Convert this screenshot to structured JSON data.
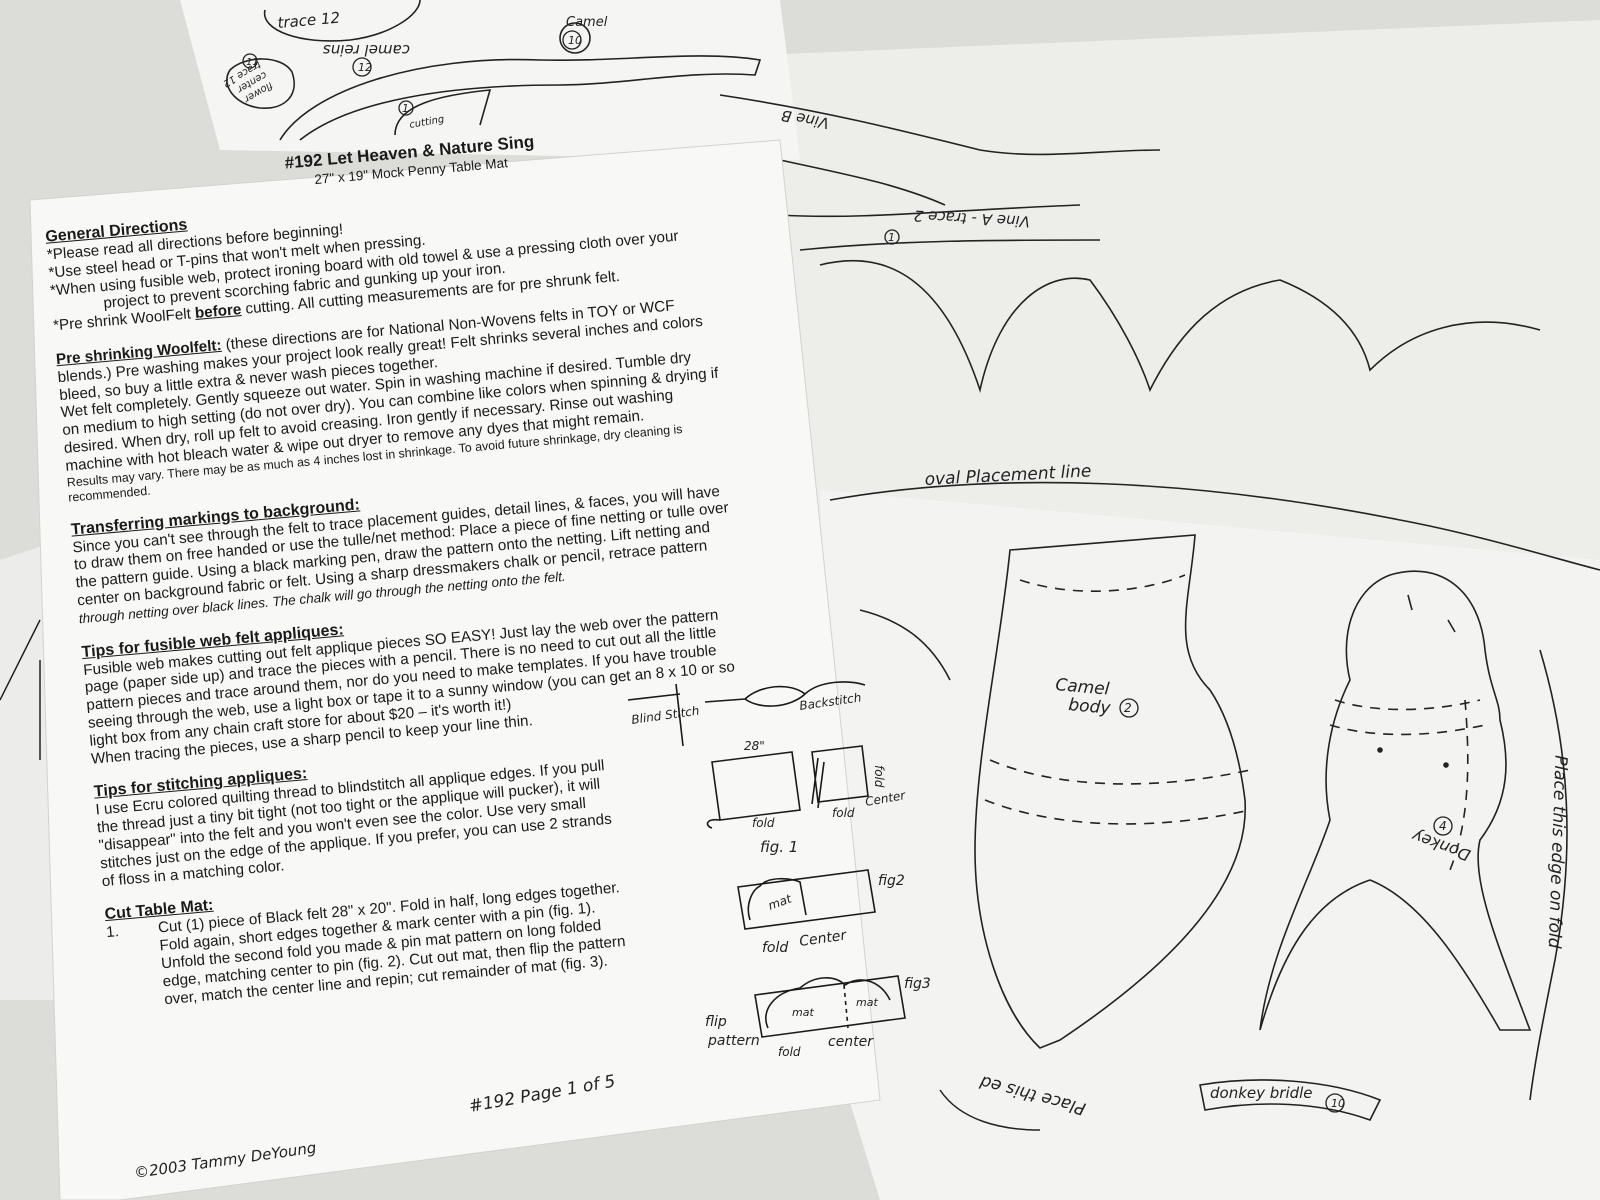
{
  "document": {
    "title": "#192 Let Heaven & Nature Sing",
    "subtitle": "27\" x 19\" Mock Penny Table Mat",
    "general": {
      "heading": "General Directions",
      "lines": [
        "*Please read all directions before beginning!",
        "*Use steel head or T-pins that won't melt when pressing.",
        "*When using fusible web, protect ironing board with old towel & use a pressing cloth over your",
        "project to prevent scorching fabric and gunking up your iron."
      ],
      "preshrink_a": "*Pre shrink  WoolFelt ",
      "preshrink_b": "before",
      "preshrink_c": " cutting.  All cutting measurements are for pre shrunk felt."
    },
    "preshrinking": {
      "heading": "Pre shrinking Woolfelt:",
      "first_rest": " (these directions are for National Non-Wovens felts in TOY or WCF",
      "lines": [
        "blends.)  Pre washing makes your project look really great!   Felt shrinks several inches and colors",
        "bleed, so buy a little extra & never wash pieces together.",
        "Wet felt completely.  Gently squeeze out water.  Spin in washing machine if desired.  Tumble dry",
        "on medium to high setting (do not over dry).  You can combine like colors when spinning & drying if",
        "desired.  When dry,  roll up felt to avoid creasing.  Iron gently if necessary. Rinse out washing",
        "machine with hot bleach water & wipe out dryer to remove any dyes that might remain."
      ],
      "small_lines": [
        "Results may vary.  There may be as much as 4 inches lost in shrinkage.  To avoid future shrinkage, dry cleaning is",
        "recommended."
      ]
    },
    "transferring": {
      "heading": "Transferring markings to background:",
      "lines": [
        "Since you can't see through the felt to trace placement guides, detail lines, & faces, you will have",
        "to draw them on free handed or use the tulle/net method:  Place a piece of fine netting or tulle over",
        "the pattern guide.  Using a black marking pen, draw the pattern onto the netting.  Lift netting and",
        "center on background fabric or felt.  Using a sharp dressmakers chalk or pencil, retrace pattern"
      ],
      "italic_lines": [
        "through netting over black lines.  The chalk will go through the netting onto the felt."
      ]
    },
    "fusible": {
      "heading": "Tips for fusible web felt appliques:",
      "lines": [
        "Fusible web makes cutting out felt applique pieces SO EASY!  Just lay the web over the pattern",
        "page (paper side up) and trace the pieces with a pencil.  There is no need to cut out all the little",
        "pattern pieces and trace around them, nor do you need to make templates.  If you have trouble",
        "seeing through the web, use a light box or tape it to a sunny window (you can get an 8 x 10 or so",
        "light box from any chain craft store for about $20 – it's worth it!)",
        "When tracing the pieces, use a sharp pencil to keep your line thin."
      ]
    },
    "stitching": {
      "heading": "Tips for stitching appliques:",
      "lines": [
        "I use Ecru colored quilting thread to blindstitch all applique edges.  If you pull",
        "the thread just a tiny bit tight (not too tight or the applique will pucker), it will",
        "\"disappear\" into the felt and you won't even see the color.  Use very small",
        "stitches just on the edge of the applique.  If you prefer, you can use 2 strands",
        "of floss in a matching color."
      ]
    },
    "cut": {
      "heading": "Cut Table Mat:",
      "number": "1.",
      "lines": [
        "Cut (1) piece of Black felt 28\" x 20\".  Fold in half, long edges together.",
        "Fold again, short edges together & mark center with a pin (fig. 1).",
        "Unfold the second fold you made & pin mat pattern on long folded",
        "edge, matching center to pin (fig. 2).  Cut out mat, then flip the pattern",
        "over, match the center line and repin; cut remainder of mat (fig. 3)."
      ]
    },
    "page_label": "#192 Page 1 of 5",
    "copyright": "©2003 Tammy DeYoung"
  },
  "figures": {
    "blind_stitch": "Blind Stitch",
    "backstitch": "Backstitch",
    "fig1": {
      "size": "28\"",
      "fold": "fold",
      "fold2": "fold",
      "fold3": "fold",
      "center": "Center",
      "label": "fig. 1"
    },
    "fig2": {
      "mat": "mat",
      "fold": "fold",
      "center": "Center",
      "label": "fig2"
    },
    "fig3": {
      "mat1": "mat",
      "mat2": "mat",
      "flip": "flip",
      "pattern": "pattern",
      "fold": "fold",
      "center": "center",
      "label": "fig3"
    }
  },
  "pattern_labels": {
    "trace12": "trace 12",
    "camel10_a": "Camel",
    "camel10_b": "10",
    "camel_reins": "camel reins",
    "circle12": "12",
    "circle11": "11",
    "flower_center_a": "flower",
    "flower_center_b": "center",
    "flower_center_c": "trace 12",
    "cutting": "cutting",
    "circle1": "1",
    "vine_b": "Vine B",
    "vine_a": "Vine A - trace 2",
    "vine_a_num": "1",
    "oval_line": "oval  Placement  line",
    "camel_body_a": "Camel",
    "camel_body_b": "body",
    "camel_body_num": "2",
    "donkey": "Donkey",
    "donkey_num": "4",
    "place_fold": "Place  this  edge  on  fold",
    "place_ed": "Place  this  ed",
    "donkey_bridle": "donkey  bridle",
    "bridle_num": "10"
  },
  "colors": {
    "paper": "#f7f7f5",
    "background": "#dcdcd8",
    "ink": "#1a1a1a"
  }
}
